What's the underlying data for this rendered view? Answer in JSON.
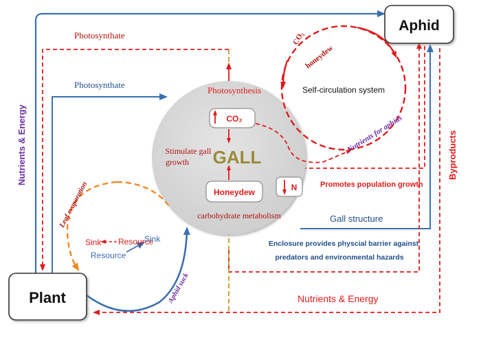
{
  "nodes": {
    "plant": "Plant",
    "aphid": "Aphid",
    "gall": "GALL",
    "co2_box": "CO₂",
    "honeydew_box": "Honeydew",
    "n_box": "N"
  },
  "labels": {
    "photosynthate_top": "Photosynthate",
    "photosynthate_mid": "Photosynthate",
    "photosynthesis": "Photosynthesis",
    "stimulate_1": "Stimulate gall",
    "stimulate_2": "growth",
    "carbohydrate": "carbohydrate metabolism",
    "self_circulation": "Self-circulation system",
    "co2_arc": "CO₂",
    "honeydew_arc": "honeydew",
    "nutrients_for_aphids": "Nutrients for aphids",
    "promotes": "Promotes population growth",
    "gall_structure": "Gall structure",
    "enclosure_1": "Enclosure provides physcial barrier against",
    "enclosure_2": "predators and environmental hazards",
    "nutrients_energy_left": "Nutrients & Energy",
    "nutrients_energy_bottom": "Nutrients & Energy",
    "byproducts": "Byproducts",
    "leaf_evaporation": "Leaf evaporation",
    "aphid_suck": "Aphid suck",
    "sink_left": "Sink",
    "resource_top": "Resource",
    "resource_bottom": "Resource",
    "sink_right": "Sink"
  },
  "colors": {
    "red": "#e01b1b",
    "dark_red": "#b01010",
    "blue": "#3a6fb0",
    "navy": "#1f4e89",
    "purple": "#6b2fa0",
    "orange": "#f08a24",
    "olive": "#c09a2a",
    "gall_fill": "#d9d9d9",
    "gall_text": "#9b8a3a"
  }
}
